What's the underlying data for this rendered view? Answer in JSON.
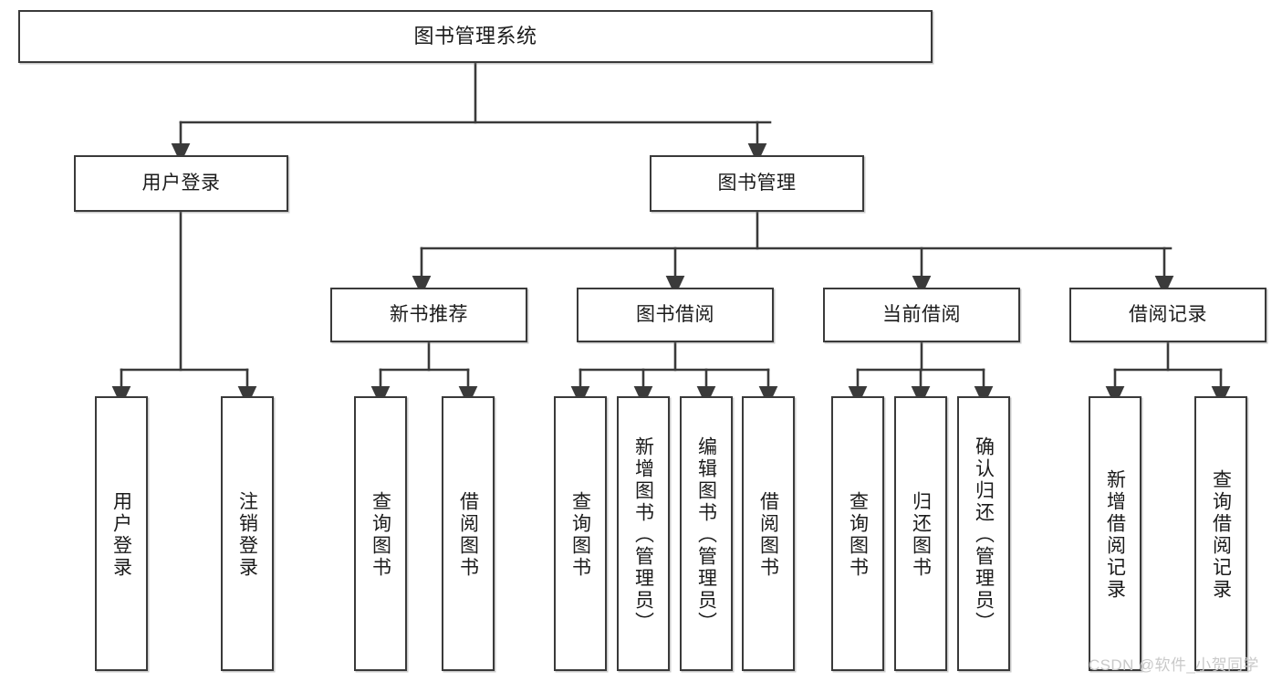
{
  "diagram": {
    "type": "tree",
    "title": "图书管理系统",
    "orientation": "top-down",
    "colors": {
      "box_border": "#3a3a3a",
      "box_fill": "#ffffff",
      "connector": "#3a3a3a",
      "text": "#1b1b1b",
      "watermark": "#c9c9c9",
      "background": "#ffffff"
    },
    "root": {
      "label": "图书管理系统"
    },
    "level2": [
      {
        "label": "用户登录"
      },
      {
        "label": "图书管理"
      }
    ],
    "level3": [
      {
        "label": "新书推荐"
      },
      {
        "label": "图书借阅"
      },
      {
        "label": "当前借阅"
      },
      {
        "label": "借阅记录"
      }
    ],
    "leaves": {
      "user_login": [
        {
          "label": "用户登录"
        },
        {
          "label": "注销登录"
        }
      ],
      "new_book_recommend": [
        {
          "label": "查询图书"
        },
        {
          "label": "借阅图书"
        }
      ],
      "book_borrow": [
        {
          "label": "查询图书"
        },
        {
          "label": "新增图书（管理员）"
        },
        {
          "label": "编辑图书（管理员）"
        },
        {
          "label": "借阅图书"
        }
      ],
      "current_borrow": [
        {
          "label": "查询图书"
        },
        {
          "label": "归还图书"
        },
        {
          "label": "确认归还（管理员）"
        }
      ],
      "borrow_record": [
        {
          "label": "新增借阅记录"
        },
        {
          "label": "查询借阅记录"
        }
      ]
    },
    "watermark": "CSDN @软件_小贺同学"
  }
}
